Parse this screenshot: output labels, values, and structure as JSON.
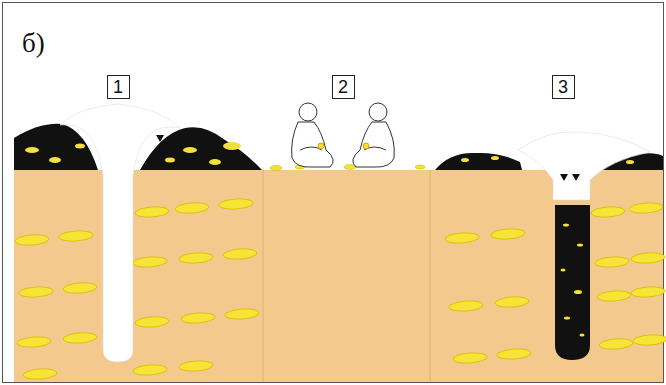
{
  "diagram": {
    "nodes": [
      {
        "text": [
          "1"
        ]
      },
      {
        "text": [
          "2"
        ]
      },
      {
        "text": [
          "3"
        ]
      }
    ],
    "labels": [
      "б)"
    ]
  }
}
